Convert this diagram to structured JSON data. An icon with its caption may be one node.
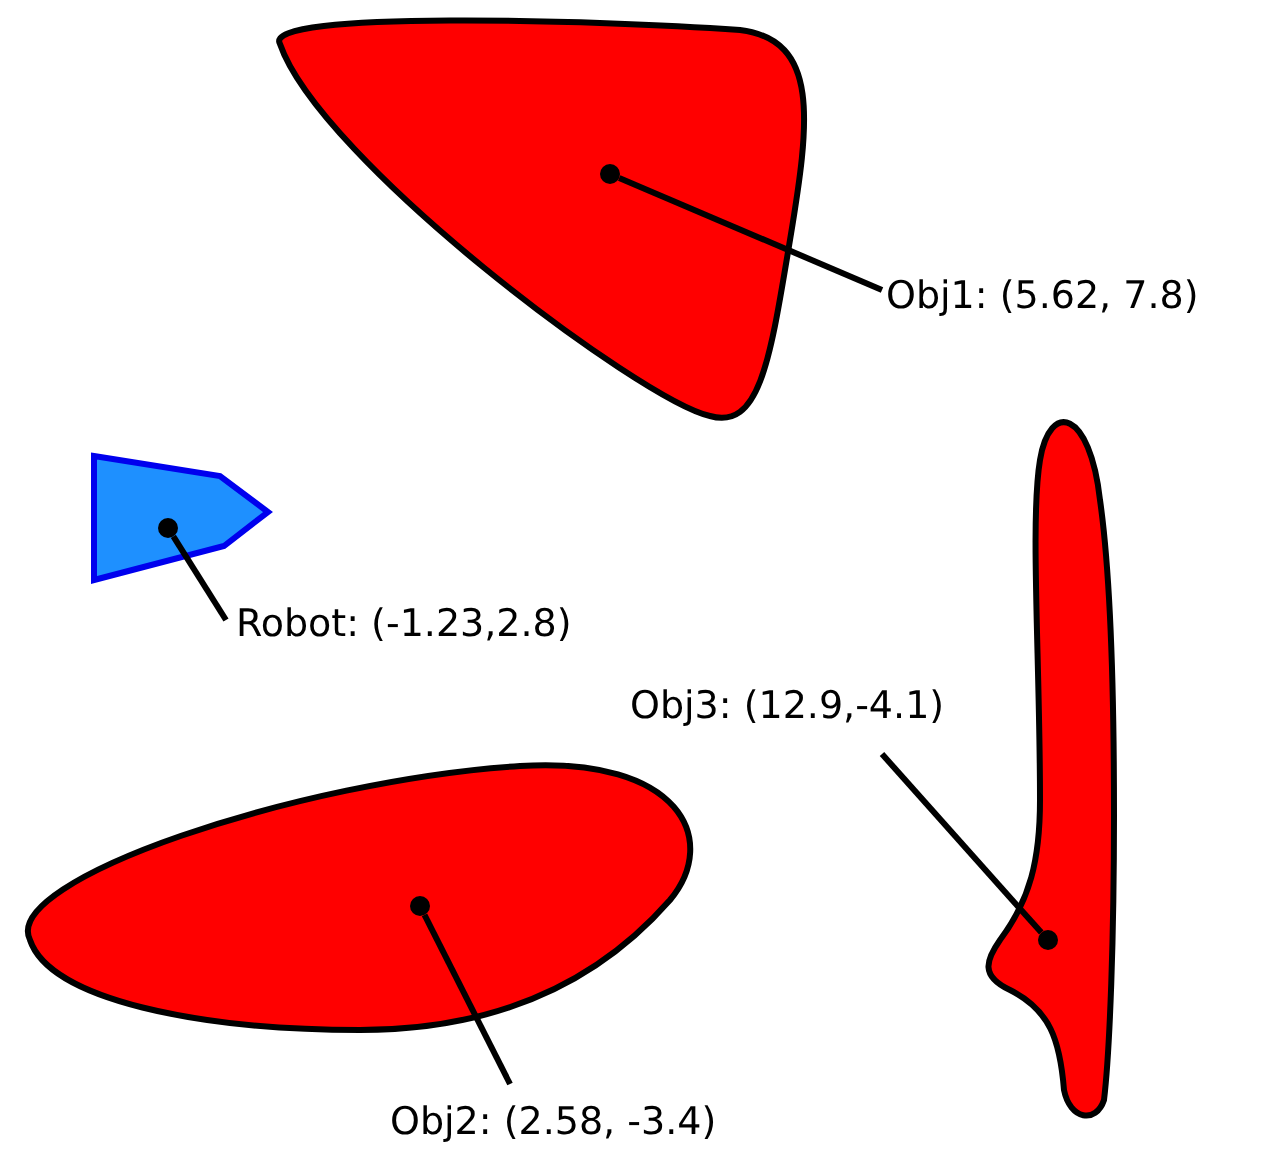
{
  "diagram": {
    "nodes": [
      {
        "text": [],
        "shape": "blob"
      },
      {
        "text": [],
        "shape": "circle",
        "in": 0
      },
      {
        "text": [
          "Obj1: (5.62, 7.8)"
        ]
      },
      {
        "text": [],
        "shape": "pentagon"
      },
      {
        "text": [],
        "shape": "circle",
        "in": 3
      },
      {
        "text": [
          "Robot: (-1.23,2.8)"
        ]
      },
      {
        "text": [
          "Obj3: (12.9,-4.1)"
        ]
      },
      {
        "text": [],
        "shape": "blob"
      },
      {
        "text": [],
        "shape": "circle",
        "in": 7
      },
      {
        "text": [],
        "shape": "blob"
      },
      {
        "text": [],
        "shape": "circle",
        "in": 9
      },
      {
        "text": [
          "Obj2: (2.58, -3.4)"
        ]
      }
    ],
    "edges": [
      {
        "from": 2,
        "to": 1,
        "arrow": "none"
      },
      {
        "from": 5,
        "to": 4,
        "arrow": "none"
      },
      {
        "from": 6,
        "to": 8,
        "arrow": "none"
      },
      {
        "from": 11,
        "to": 10,
        "arrow": "none"
      }
    ]
  }
}
